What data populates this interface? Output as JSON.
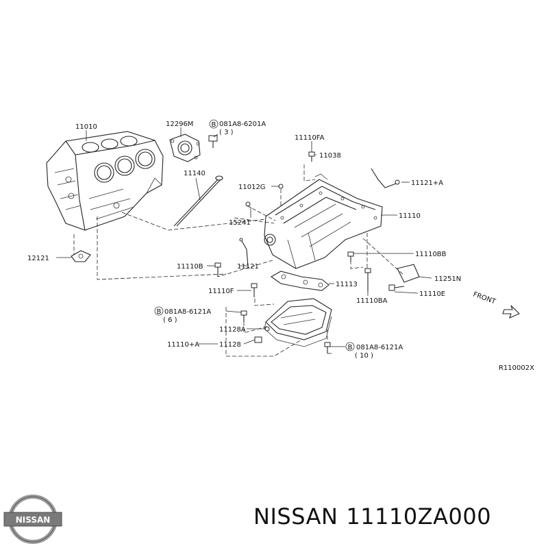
{
  "labels": {
    "p11010": "11010",
    "p12296M": "12296M",
    "p081A8_6201A": "081A8-6201A",
    "q3": "( 3 )",
    "p11110FA": "11110FA",
    "p11038": "11038",
    "p11140": "11140",
    "p11012G": "11012G",
    "p11121A": "11121+A",
    "p15241": "15241",
    "p11110": "11110",
    "p12121": "12121",
    "p11110B": "11110B",
    "p11121": "11121",
    "p11110BB": "11110BB",
    "p11113": "11113",
    "p11110F": "11110F",
    "p11251N": "11251N",
    "p11110BA": "11110BA",
    "p11110E": "11110E",
    "p081A8_6121A_a": "081A8-6121A",
    "q6": "( 6 )",
    "p11128A": "11128A",
    "p11110A": "11110+A",
    "p11128": "11128",
    "p081A8_6121A_b": "081A8-6121A",
    "q10": "( 10 )",
    "front": "FRONT",
    "ref": "R110002X",
    "bmark": "B"
  },
  "brand": {
    "name": "NISSAN",
    "part_number": "11110ZA000",
    "logo_text": "NISSAN"
  }
}
